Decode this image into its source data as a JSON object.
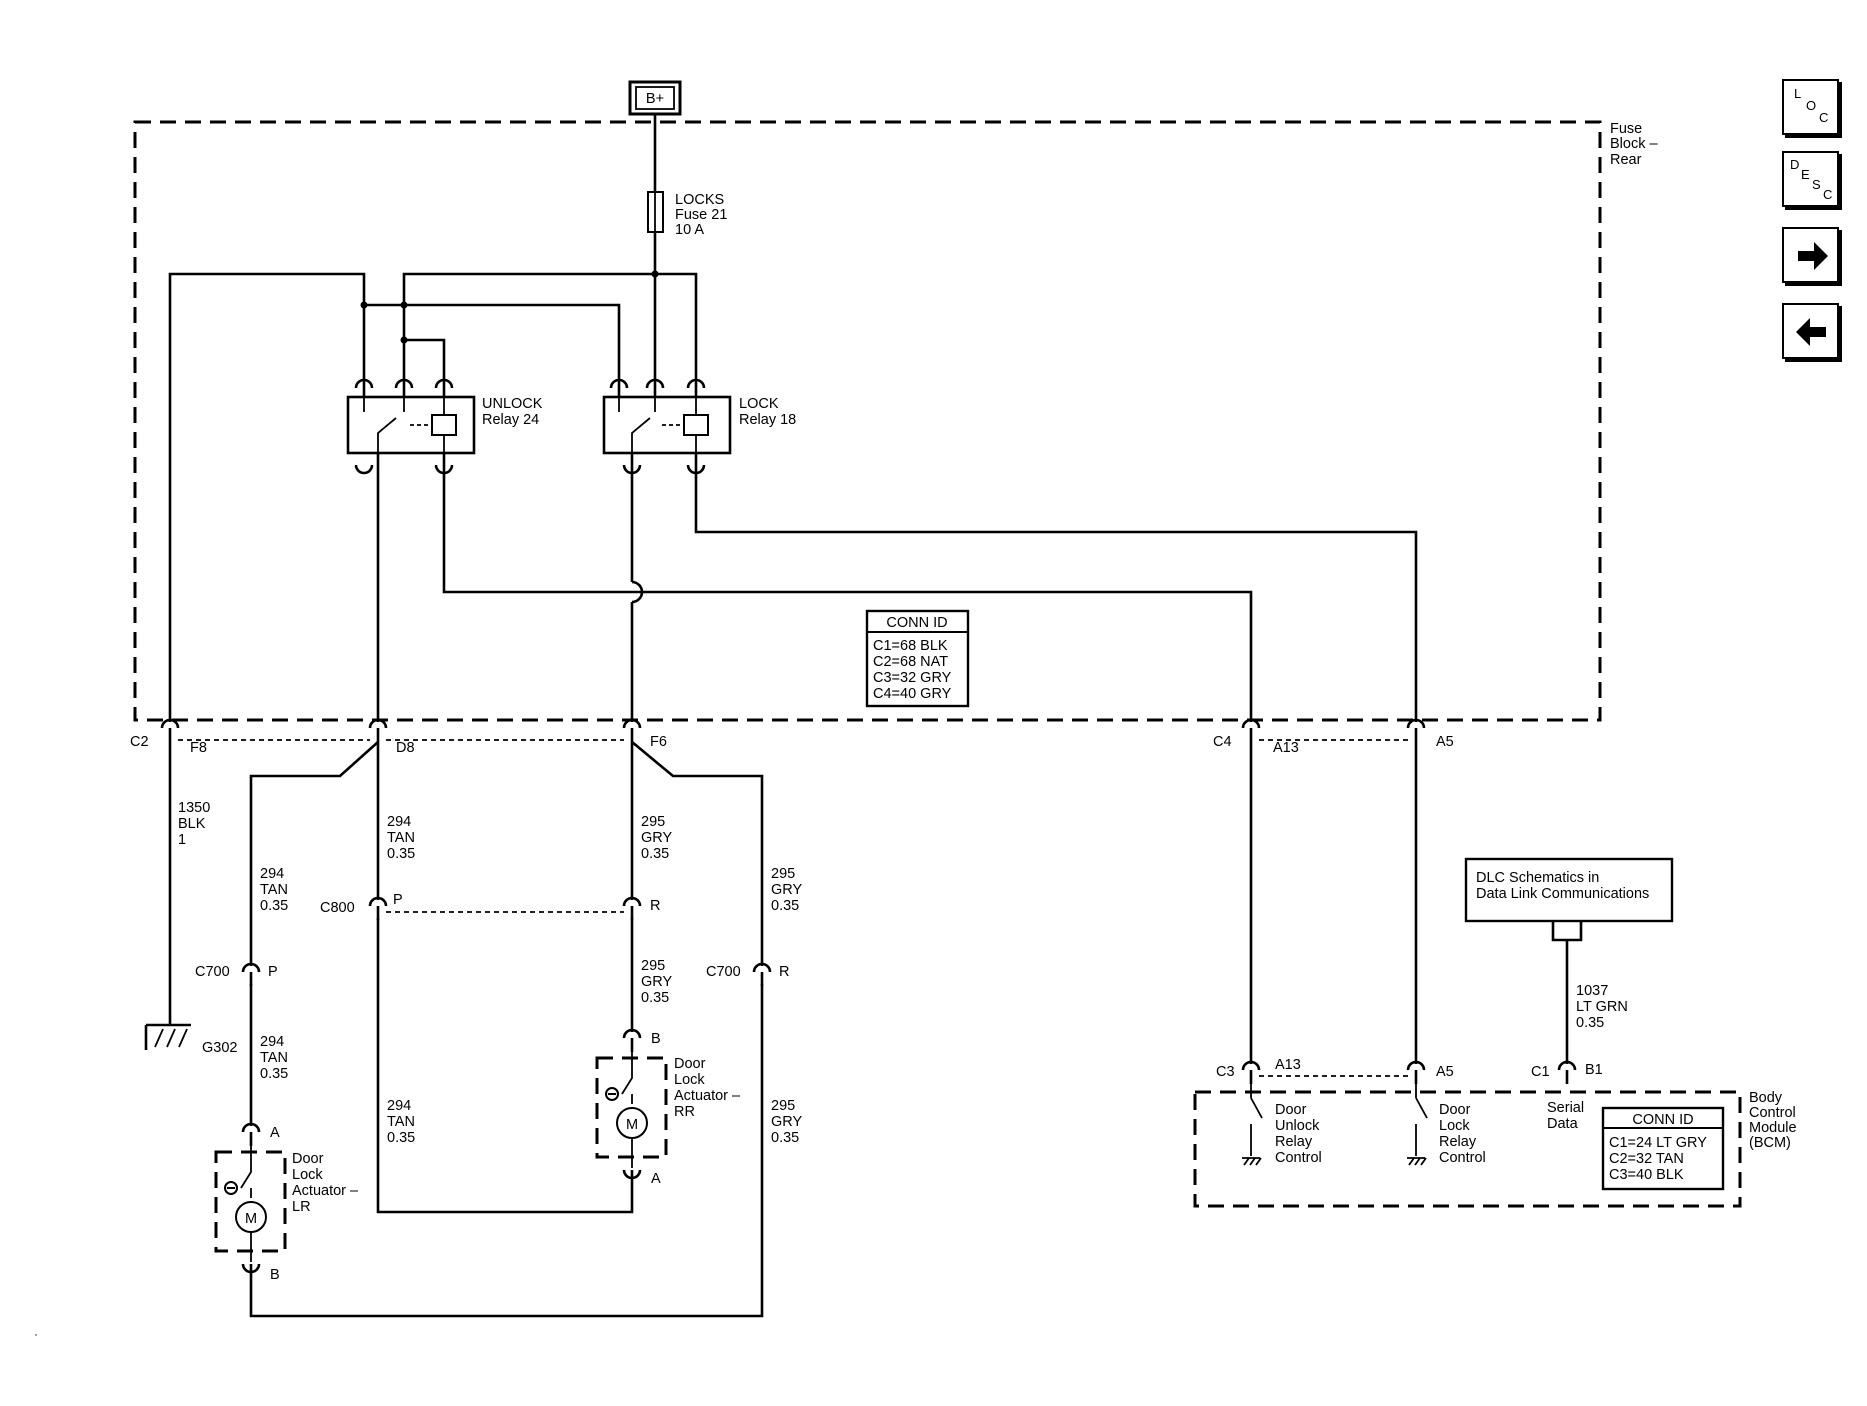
{
  "power": {
    "label": "B+"
  },
  "fuse_block": {
    "title_line1": "Fuse",
    "title_line2": "Block –",
    "title_line3": "Rear"
  },
  "fuse": {
    "line1": "LOCKS",
    "line2": "Fuse 21",
    "line3": "10 A"
  },
  "unlock_relay": {
    "line1": "UNLOCK",
    "line2": "Relay 24"
  },
  "lock_relay": {
    "line1": "LOCK",
    "line2": "Relay 18"
  },
  "conn_id_fuse": {
    "header": "CONN ID",
    "rows": [
      "C1=68 BLK",
      "C2=68 NAT",
      "C3=32 GRY",
      "C4=40 GRY"
    ]
  },
  "connectors": {
    "c2": "C2",
    "f8": "F8",
    "d8": "D8",
    "f6": "F6",
    "c4": "C4",
    "a13_top": "A13",
    "a5_top": "A5",
    "c800": "C800",
    "c800_p": "P",
    "c800_r": "R",
    "c700_left": "C700",
    "c700_left_p": "P",
    "c700_right": "C700",
    "c700_right_r": "R",
    "g302": "G302",
    "rr_b": "B",
    "rr_a": "A",
    "lr_a": "A",
    "lr_b": "B",
    "c3": "C3",
    "a13_bcm": "A13",
    "a5_bcm": "A5",
    "c1": "C1",
    "b1": "B1"
  },
  "wires": {
    "w1350": {
      "circuit": "1350",
      "color": "BLK",
      "size": "1"
    },
    "w294_d8": {
      "circuit": "294",
      "color": "TAN",
      "size": "0.35"
    },
    "w295_f6": {
      "circuit": "295",
      "color": "GRY",
      "size": "0.35"
    },
    "w294_left_up": {
      "circuit": "294",
      "color": "TAN",
      "size": "0.35"
    },
    "w295_right_up": {
      "circuit": "295",
      "color": "GRY",
      "size": "0.35"
    },
    "w295_mid": {
      "circuit": "295",
      "color": "GRY",
      "size": "0.35"
    },
    "w294_left_low": {
      "circuit": "294",
      "color": "TAN",
      "size": "0.35"
    },
    "w294_low": {
      "circuit": "294",
      "color": "TAN",
      "size": "0.35"
    },
    "w295_right_low": {
      "circuit": "295",
      "color": "GRY",
      "size": "0.35"
    },
    "w1037": {
      "circuit": "1037",
      "color": "LT GRN",
      "size": "0.35"
    }
  },
  "actuator_rr": {
    "line1": "Door",
    "line2": "Lock",
    "line3": "Actuator –",
    "line4": "RR"
  },
  "actuator_lr": {
    "line1": "Door",
    "line2": "Lock",
    "line3": "Actuator –",
    "line4": "LR"
  },
  "motor_symbol": "M",
  "dlc_box": {
    "line1": "DLC Schematics in",
    "line2": "Data Link Communications"
  },
  "bcm": {
    "unlock_ctrl": {
      "line1": "Door",
      "line2": "Unlock",
      "line3": "Relay",
      "line4": "Control"
    },
    "lock_ctrl": {
      "line1": "Door",
      "line2": "Lock",
      "line3": "Relay",
      "line4": "Control"
    },
    "serial": {
      "line1": "Serial",
      "line2": "Data"
    },
    "conn_id": {
      "header": "CONN ID",
      "rows": [
        "C1=24 LT GRY",
        "C2=32 TAN",
        "C3=40 BLK"
      ]
    },
    "title": {
      "line1": "Body",
      "line2": "Control",
      "line3": "Module",
      "line4": "(BCM)"
    }
  },
  "nav": {
    "loc": {
      "l1": "L",
      "l2": "O",
      "l3": "C"
    },
    "desc": {
      "l1": "D",
      "l2": "E",
      "l3": "S",
      "l4": "C"
    },
    "next_icon": "arrow-right-icon",
    "prev_icon": "arrow-left-icon"
  }
}
